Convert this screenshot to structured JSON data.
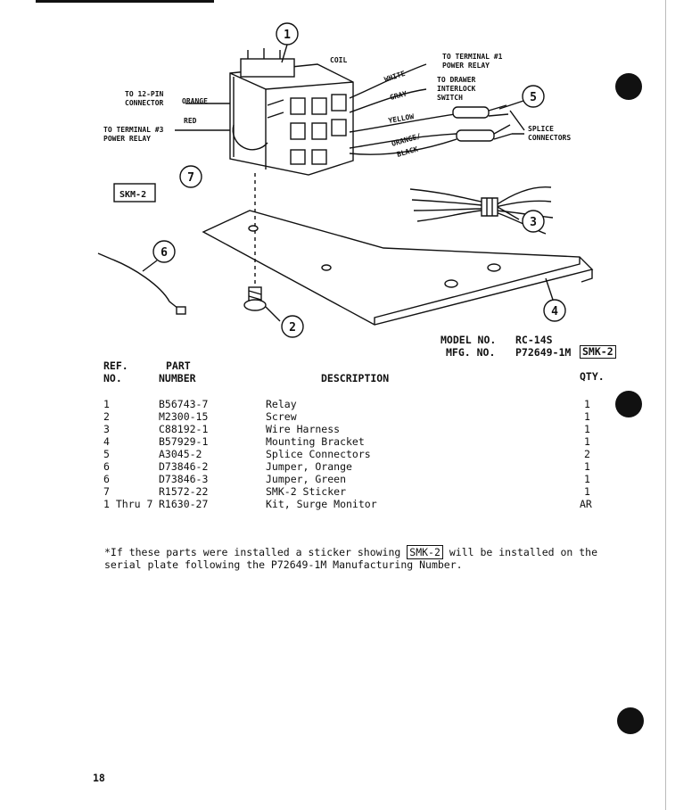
{
  "diagram": {
    "callouts": [
      "1",
      "2",
      "3",
      "4",
      "5",
      "6",
      "7"
    ],
    "labels": {
      "coil": "COIL",
      "white": "WHITE",
      "gray": "GRAY",
      "yellow": "YELLOW",
      "orange_black_1": "ORANGE/",
      "orange_black_2": "BLACK",
      "orange": "ORANGE",
      "red": "RED",
      "to_12pin_1": "TO 12-PIN",
      "to_12pin_2": "CONNECTOR",
      "to_t3_1": "TO TERMINAL #3",
      "to_t3_2": "POWER RELAY",
      "to_t1_1": "TO TERMINAL #1",
      "to_t1_2": "POWER RELAY",
      "to_drawer_1": "TO DRAWER",
      "to_drawer_2": "INTERLOCK",
      "to_drawer_3": "SWITCH",
      "splice_1": "SPLICE",
      "splice_2": "CONNECTORS",
      "skm_box": "SKM-2"
    }
  },
  "model": {
    "model_label": "MODEL NO.",
    "model_value": "RC-14S",
    "mfg_label": "MFG. NO.",
    "mfg_value": "P72649-1M",
    "mfg_badge": "SMK-2"
  },
  "table": {
    "headers": {
      "ref_1": "REF.",
      "ref_2": "NO.",
      "part_1": "PART",
      "part_2": "NUMBER",
      "desc": "DESCRIPTION",
      "qty": "QTY."
    },
    "rows": [
      {
        "ref": "1",
        "part": "B56743-7",
        "desc": "Relay",
        "qty": "1"
      },
      {
        "ref": "2",
        "part": "M2300-15",
        "desc": "Screw",
        "qty": "1"
      },
      {
        "ref": "3",
        "part": "C88192-1",
        "desc": "Wire Harness",
        "qty": "1"
      },
      {
        "ref": "4",
        "part": "B57929-1",
        "desc": "Mounting Bracket",
        "qty": "1"
      },
      {
        "ref": "5",
        "part": "A3045-2",
        "desc": "Splice Connectors",
        "qty": "2"
      },
      {
        "ref": "6",
        "part": "D73846-2",
        "desc": "Jumper, Orange",
        "qty": "1"
      },
      {
        "ref": "6",
        "part": "D73846-3",
        "desc": "Jumper, Green",
        "qty": "1"
      },
      {
        "ref": "7",
        "part": "R1572-22",
        "desc": "SMK-2 Sticker",
        "qty": "1"
      },
      {
        "ref": "1 Thru 7",
        "part": "R1630-27",
        "desc": "Kit, Surge Monitor",
        "qty": "AR"
      }
    ]
  },
  "footnote": {
    "pre": "*If these parts were installed a sticker showing",
    "badge": "SMK-2",
    "post": "will be installed on the serial plate following the P72649-1M Manufacturing Number."
  },
  "page_number": "18"
}
